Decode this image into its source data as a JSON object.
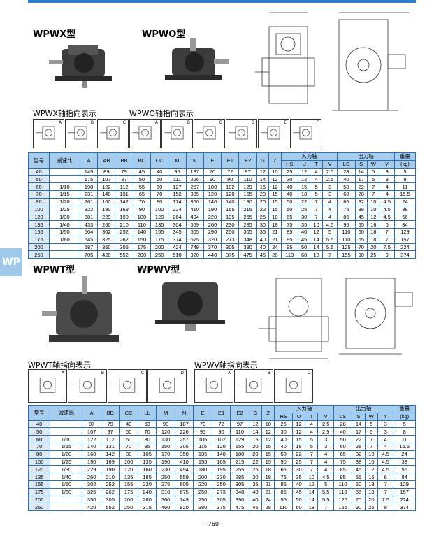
{
  "side_tab": "WP",
  "page_number": "~760~",
  "section1": {
    "title_x": "WPWX型",
    "title_o": "WPWO型",
    "axis_x": "WPWX轴指向表示",
    "axis_o": "WPWO轴指向表示",
    "dir_x": [
      "A",
      "B",
      "C"
    ],
    "dir_o": [
      "A",
      "B",
      "C",
      "D",
      "E",
      "F"
    ],
    "headers": [
      "型号",
      "减速比",
      "A",
      "AB",
      "BB",
      "BC",
      "CC",
      "M",
      "N",
      "E",
      "E1",
      "E2",
      "G",
      "Z",
      "入力轴",
      "出力轴",
      "重量"
    ],
    "input_sub": [
      "HS",
      "U",
      "T",
      "V"
    ],
    "output_sub": [
      "LS",
      "S",
      "W",
      "Y"
    ],
    "weight_unit": "(kg)",
    "ratios": [
      "1/10",
      "1/15",
      "1/20",
      "1/25",
      "1/30",
      "1/40",
      "1/50",
      "1/60"
    ],
    "rows": [
      [
        "40",
        "149",
        "89",
        "79",
        "45",
        "40",
        "95",
        "187",
        "70",
        "72",
        "97",
        "12",
        "10",
        "25",
        "12",
        "4",
        "2.5",
        "28",
        "14",
        "5",
        "3",
        "5"
      ],
      [
        "50",
        "175",
        "107",
        "97",
        "50",
        "50",
        "111",
        "226",
        "90",
        "90",
        "110",
        "14",
        "12",
        "30",
        "12",
        "4",
        "2.5",
        "40",
        "17",
        "5",
        "3",
        "8"
      ],
      [
        "60",
        "198",
        "122",
        "112",
        "55",
        "60",
        "127",
        "257",
        "100",
        "102",
        "129",
        "15",
        "12",
        "40",
        "15",
        "5",
        "3",
        "50",
        "22",
        "7",
        "4",
        "11"
      ],
      [
        "70",
        "231",
        "140",
        "131",
        "65",
        "70",
        "152",
        "305",
        "120",
        "120",
        "155",
        "20",
        "15",
        "40",
        "18",
        "5",
        "3",
        "60",
        "28",
        "7",
        "4",
        "15.5"
      ],
      [
        "80",
        "261",
        "160",
        "142",
        "70",
        "80",
        "174",
        "350",
        "140",
        "140",
        "180",
        "20",
        "15",
        "50",
        "22",
        "7",
        "4",
        "65",
        "32",
        "10",
        "4.5",
        "24"
      ],
      [
        "100",
        "322",
        "190",
        "169",
        "90",
        "100",
        "224",
        "410",
        "190",
        "165",
        "215",
        "22",
        "15",
        "50",
        "25",
        "7",
        "4",
        "75",
        "38",
        "10",
        "4.5",
        "38"
      ],
      [
        "120",
        "381",
        "229",
        "190",
        "100",
        "120",
        "264",
        "494",
        "220",
        "195",
        "255",
        "25",
        "18",
        "65",
        "30",
        "7",
        "4",
        "85",
        "45",
        "12",
        "4.5",
        "56"
      ],
      [
        "135",
        "433",
        "260",
        "210",
        "110",
        "135",
        "304",
        "559",
        "260",
        "230",
        "285",
        "30",
        "18",
        "75",
        "35",
        "10",
        "4.5",
        "95",
        "55",
        "16",
        "6",
        "84"
      ],
      [
        "155",
        "504",
        "302",
        "252",
        "140",
        "155",
        "345",
        "605",
        "290",
        "250",
        "305",
        "35",
        "21",
        "85",
        "40",
        "12",
        "5",
        "110",
        "60",
        "18",
        "7",
        "129"
      ],
      [
        "175",
        "545",
        "325",
        "262",
        "150",
        "175",
        "374",
        "675",
        "320",
        "273",
        "348",
        "40",
        "21",
        "85",
        "45",
        "14",
        "5.5",
        "110",
        "65",
        "18",
        "7",
        "157"
      ],
      [
        "200",
        "587",
        "350",
        "305",
        "175",
        "200",
        "424",
        "749",
        "370",
        "305",
        "390",
        "40",
        "24",
        "95",
        "50",
        "14",
        "5.5",
        "125",
        "70",
        "20",
        "7.5",
        "224"
      ],
      [
        "250",
        "705",
        "420",
        "552",
        "200",
        "250",
        "510",
        "920",
        "440",
        "375",
        "475",
        "45",
        "28",
        "110",
        "60",
        "18",
        "7",
        "155",
        "90",
        "25",
        "9",
        "374"
      ]
    ]
  },
  "section2": {
    "title_t": "WPWT型",
    "title_v": "WPWV型",
    "axis_t": "WPWT轴指向表示",
    "axis_v": "WPWV轴指向表示",
    "dir_t": [
      "A",
      "B",
      "C",
      "D"
    ],
    "dir_v": [
      "A",
      "B",
      "C"
    ],
    "headers": [
      "型号",
      "减速比",
      "A",
      "BB",
      "CC",
      "LL",
      "M",
      "N",
      "E",
      "E1",
      "E2",
      "G",
      "Z",
      "入力轴",
      "出力轴",
      "重量"
    ],
    "input_sub": [
      "HS",
      "U",
      "T",
      "V"
    ],
    "output_sub": [
      "LS",
      "S",
      "W",
      "Y"
    ],
    "weight_unit": "(kg)",
    "ratios": [
      "1/10",
      "1/15",
      "1/20",
      "1/25",
      "1/30",
      "1/40",
      "1/50",
      "1/60"
    ],
    "rows": [
      [
        "40",
        "87",
        "79",
        "40",
        "63",
        "90",
        "187",
        "70",
        "72",
        "97",
        "12",
        "10",
        "25",
        "12",
        "4",
        "2.5",
        "28",
        "14",
        "5",
        "3",
        "5"
      ],
      [
        "50",
        "107",
        "97",
        "50",
        "70",
        "120",
        "226",
        "95",
        "90",
        "110",
        "14",
        "12",
        "30",
        "12",
        "4",
        "2.5",
        "40",
        "17",
        "5",
        "3",
        "8"
      ],
      [
        "60",
        "122",
        "112",
        "60",
        "80",
        "130",
        "257",
        "105",
        "102",
        "129",
        "15",
        "12",
        "40",
        "15",
        "5",
        "3",
        "50",
        "22",
        "7",
        "4",
        "11"
      ],
      [
        "70",
        "140",
        "131",
        "70",
        "95",
        "150",
        "305",
        "115",
        "120",
        "155",
        "20",
        "15",
        "40",
        "18",
        "5",
        "3",
        "60",
        "28",
        "7",
        "4",
        "15.5"
      ],
      [
        "80",
        "160",
        "142",
        "80",
        "105",
        "170",
        "350",
        "135",
        "140",
        "180",
        "20",
        "15",
        "50",
        "22",
        "7",
        "4",
        "65",
        "32",
        "10",
        "4.5",
        "24"
      ],
      [
        "100",
        "190",
        "169",
        "100",
        "135",
        "190",
        "410",
        "155",
        "165",
        "215",
        "22",
        "15",
        "50",
        "25",
        "7",
        "4",
        "75",
        "38",
        "10",
        "4.5",
        "38"
      ],
      [
        "120",
        "229",
        "190",
        "120",
        "160",
        "230",
        "494",
        "180",
        "195",
        "255",
        "25",
        "18",
        "65",
        "30",
        "7",
        "4",
        "85",
        "45",
        "12",
        "4.5",
        "56"
      ],
      [
        "135",
        "260",
        "210",
        "135",
        "185",
        "250",
        "559",
        "200",
        "230",
        "285",
        "30",
        "18",
        "75",
        "35",
        "10",
        "4.5",
        "95",
        "55",
        "16",
        "6",
        "84"
      ],
      [
        "155",
        "302",
        "252",
        "155",
        "220",
        "275",
        "605",
        "220",
        "250",
        "305",
        "35",
        "21",
        "85",
        "40",
        "12",
        "5",
        "110",
        "60",
        "18",
        "7",
        "129"
      ],
      [
        "175",
        "325",
        "262",
        "175",
        "240",
        "310",
        "675",
        "250",
        "273",
        "348",
        "40",
        "21",
        "85",
        "45",
        "14",
        "5.5",
        "110",
        "65",
        "18",
        "7",
        "157"
      ],
      [
        "200",
        "350",
        "305",
        "200",
        "280",
        "360",
        "749",
        "290",
        "305",
        "390",
        "40",
        "24",
        "95",
        "50",
        "14",
        "5.5",
        "125",
        "70",
        "20",
        "7.5",
        "224"
      ],
      [
        "250",
        "420",
        "552",
        "250",
        "315",
        "460",
        "920",
        "380",
        "375",
        "475",
        "45",
        "28",
        "110",
        "60",
        "18",
        "7",
        "155",
        "90",
        "25",
        "9",
        "374"
      ]
    ]
  }
}
